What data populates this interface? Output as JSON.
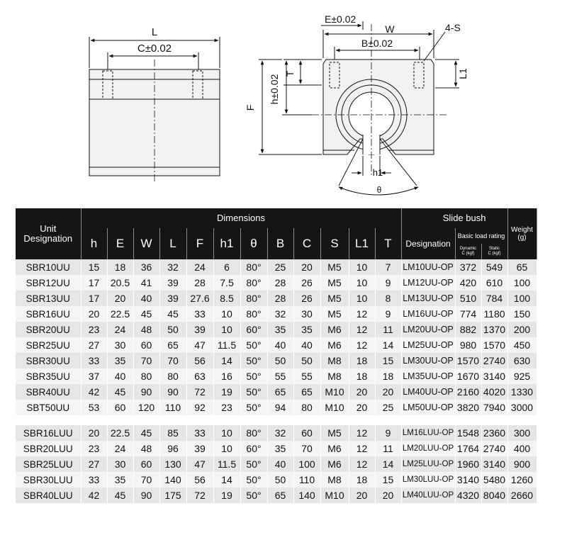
{
  "drawing": {
    "labels": {
      "L": "L",
      "C": "C±0.02",
      "E": "E±0.02",
      "W": "W",
      "B": "B±0.02",
      "S": "4-S",
      "L1": "L1",
      "T": "T",
      "h": "h±0.02",
      "F": "F",
      "h1": "h1",
      "theta": "θ"
    }
  },
  "table": {
    "header": {
      "unit": "Unit",
      "designation": "Designation",
      "dimensions": "Dimensions",
      "slide": "Slide",
      "bush": "bush",
      "bush_designation": "Designation",
      "basic_load": "Basic load rating",
      "dynamic": "Dynamic",
      "dynamic_unit": "C (kgf)",
      "static": "Static",
      "static_unit": "C (kgf)",
      "weight": "Weight",
      "weight_unit": "(g)",
      "cols": [
        "h",
        "E",
        "W",
        "L",
        "F",
        "h1",
        "θ",
        "B",
        "C",
        "S",
        "L1",
        "T"
      ]
    },
    "rows_standard": [
      [
        "SBR10UU",
        "15",
        "18",
        "36",
        "32",
        "24",
        "6",
        "80°",
        "25",
        "20",
        "M5",
        "10",
        "7",
        "LM10UU-OP",
        "372",
        "549",
        "65"
      ],
      [
        "SBR12UU",
        "17",
        "20.5",
        "41",
        "39",
        "28",
        "7.5",
        "80°",
        "28",
        "26",
        "M5",
        "10",
        "9",
        "LM12UU-OP",
        "420",
        "610",
        "100"
      ],
      [
        "SBR13UU",
        "17",
        "20",
        "40",
        "39",
        "27.6",
        "8.5",
        "80°",
        "28",
        "26",
        "M5",
        "10",
        "8",
        "LM13UU-OP",
        "510",
        "784",
        "100"
      ],
      [
        "SBR16UU",
        "20",
        "22.5",
        "45",
        "45",
        "33",
        "10",
        "80°",
        "32",
        "30",
        "M5",
        "12",
        "9",
        "LM16UU-OP",
        "774",
        "1180",
        "150"
      ],
      [
        "SBR20UU",
        "23",
        "24",
        "48",
        "50",
        "39",
        "10",
        "60°",
        "35",
        "35",
        "M6",
        "12",
        "11",
        "LM20UU-OP",
        "882",
        "1370",
        "200"
      ],
      [
        "SBR25UU",
        "27",
        "30",
        "60",
        "65",
        "47",
        "11.5",
        "50°",
        "40",
        "40",
        "M6",
        "12",
        "14",
        "LM25UU-OP",
        "980",
        "1570",
        "450"
      ],
      [
        "SBR30UU",
        "33",
        "35",
        "70",
        "70",
        "56",
        "14",
        "50°",
        "50",
        "50",
        "M8",
        "18",
        "15",
        "LM30UU-OP",
        "1570",
        "2740",
        "630"
      ],
      [
        "SBR35UU",
        "37",
        "40",
        "80",
        "80",
        "63",
        "16",
        "50°",
        "55",
        "55",
        "M8",
        "18",
        "18",
        "LM35UU-OP",
        "1670",
        "3140",
        "925"
      ],
      [
        "SBR40UU",
        "42",
        "45",
        "90",
        "90",
        "72",
        "19",
        "50°",
        "65",
        "65",
        "M10",
        "20",
        "20",
        "LM40UU-OP",
        "2160",
        "4020",
        "1330"
      ],
      [
        "SBT50UU",
        "53",
        "60",
        "120",
        "110",
        "92",
        "23",
        "50°",
        "94",
        "80",
        "M10",
        "20",
        "25",
        "LM50UU-OP",
        "3820",
        "7940",
        "3000"
      ]
    ],
    "rows_long": [
      [
        "SBR16LUU",
        "20",
        "22.5",
        "45",
        "85",
        "33",
        "10",
        "80°",
        "32",
        "60",
        "M5",
        "12",
        "9",
        "LM16LUU-OP",
        "1548",
        "2360",
        "300"
      ],
      [
        "SBR20LUU",
        "23",
        "24",
        "48",
        "96",
        "39",
        "10",
        "60°",
        "35",
        "70",
        "M6",
        "12",
        "11",
        "LM20LUU-OP",
        "1764",
        "2740",
        "400"
      ],
      [
        "SBR25LUU",
        "27",
        "30",
        "60",
        "130",
        "47",
        "11.5",
        "50°",
        "40",
        "100",
        "M6",
        "12",
        "14",
        "LM25LUU-OP",
        "1960",
        "3140",
        "900"
      ],
      [
        "SBR30LUU",
        "33",
        "35",
        "70",
        "140",
        "56",
        "14",
        "50°",
        "50",
        "110",
        "M8",
        "18",
        "15",
        "LM30LUU-OP",
        "3140",
        "5480",
        "1260"
      ],
      [
        "SBR40LUU",
        "42",
        "45",
        "90",
        "175",
        "72",
        "19",
        "50°",
        "65",
        "140",
        "M10",
        "20",
        "20",
        "LM40LUU-OP",
        "4320",
        "8040",
        "2660"
      ]
    ]
  }
}
